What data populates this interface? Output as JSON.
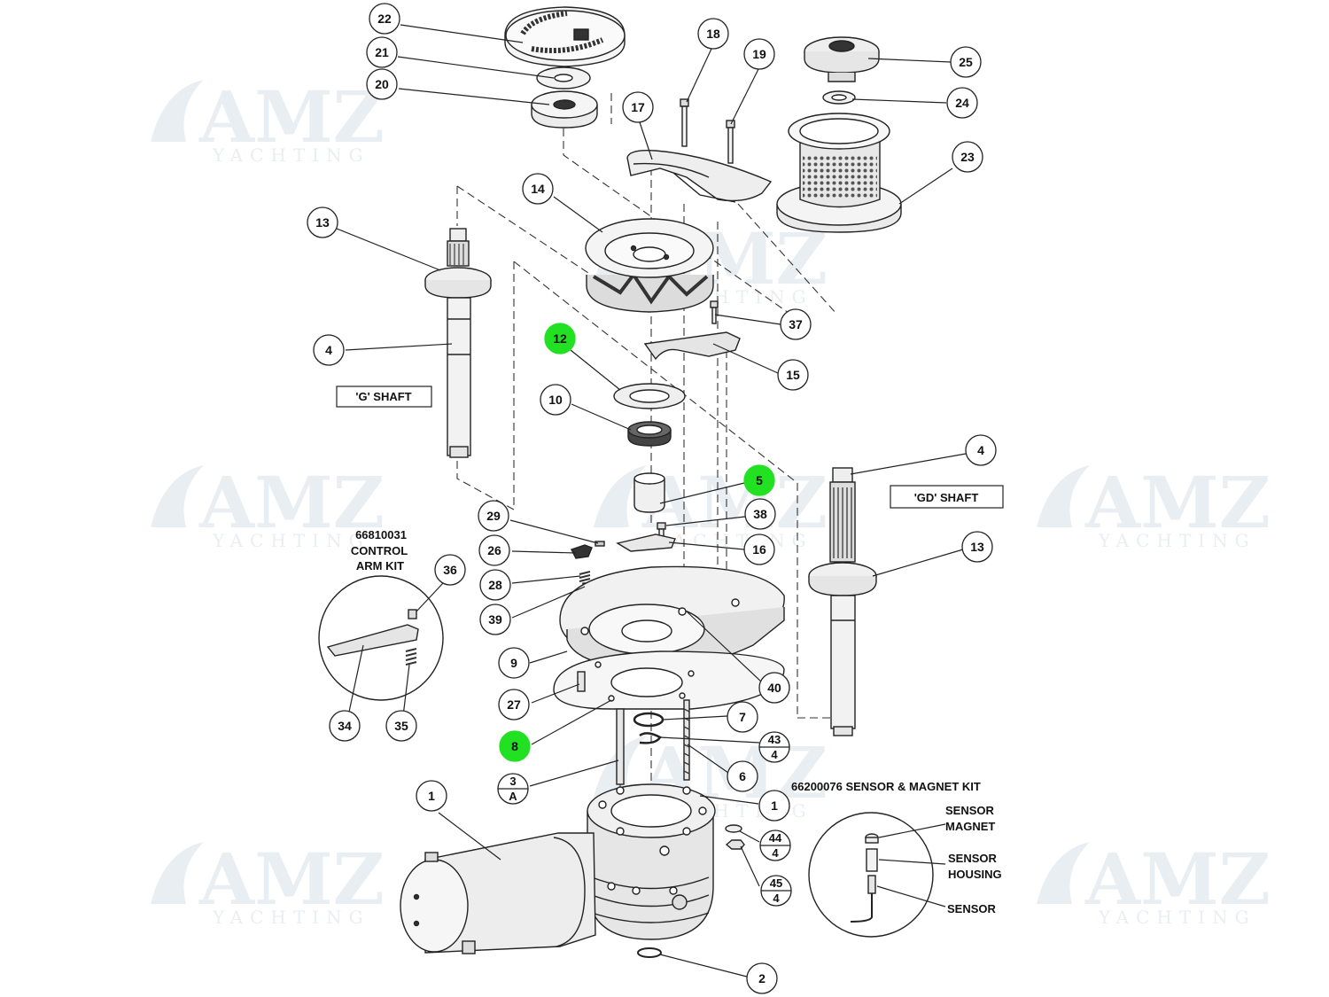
{
  "callouts": [
    {
      "n": "22",
      "type": "plain"
    },
    {
      "n": "21",
      "type": "plain"
    },
    {
      "n": "20",
      "type": "plain"
    },
    {
      "n": "18",
      "type": "plain"
    },
    {
      "n": "19",
      "type": "plain"
    },
    {
      "n": "25",
      "type": "plain"
    },
    {
      "n": "24",
      "type": "plain"
    },
    {
      "n": "17",
      "type": "plain"
    },
    {
      "n": "23",
      "type": "plain"
    },
    {
      "n": "14",
      "type": "plain"
    },
    {
      "n": "13",
      "type": "plain"
    },
    {
      "n": "37",
      "type": "plain"
    },
    {
      "n": "12",
      "type": "highlight"
    },
    {
      "n": "4",
      "type": "plain"
    },
    {
      "n": "15",
      "type": "plain"
    },
    {
      "n": "10",
      "type": "plain"
    },
    {
      "n": "4",
      "type": "plain"
    },
    {
      "n": "5",
      "type": "highlight"
    },
    {
      "n": "29",
      "type": "plain"
    },
    {
      "n": "38",
      "type": "plain"
    },
    {
      "n": "26",
      "type": "plain"
    },
    {
      "n": "16",
      "type": "plain"
    },
    {
      "n": "13",
      "type": "plain"
    },
    {
      "n": "36",
      "type": "plain"
    },
    {
      "n": "28",
      "type": "plain"
    },
    {
      "n": "39",
      "type": "plain"
    },
    {
      "n": "9",
      "type": "plain"
    },
    {
      "n": "40",
      "type": "plain"
    },
    {
      "n": "27",
      "type": "plain"
    },
    {
      "n": "7",
      "type": "plain"
    },
    {
      "n": "34",
      "type": "plain"
    },
    {
      "n": "35",
      "type": "plain"
    },
    {
      "n": "8",
      "type": "highlight"
    },
    {
      "n": "43",
      "sub": "4",
      "type": "split"
    },
    {
      "n": "6",
      "type": "plain"
    },
    {
      "n": "3",
      "sub": "A",
      "type": "split"
    },
    {
      "n": "1",
      "type": "plain"
    },
    {
      "n": "1",
      "type": "plain"
    },
    {
      "n": "44",
      "sub": "4",
      "type": "split"
    },
    {
      "n": "45",
      "sub": "4",
      "type": "split"
    },
    {
      "n": "2",
      "type": "plain"
    }
  ],
  "labels": {
    "g_shaft": "'G' SHAFT",
    "gd_shaft": "'GD' SHAFT",
    "control_arm_kit": [
      "66810031",
      "CONTROL",
      "ARM KIT"
    ],
    "sensor_kit": "66200076 SENSOR & MAGNET KIT",
    "sensor_magnet": [
      "SENSOR",
      "MAGNET"
    ],
    "sensor_housing": [
      "SENSOR",
      "HOUSING"
    ],
    "sensor": "SENSOR"
  },
  "watermark": {
    "brand": "AMZ",
    "tag": "YACHTING"
  },
  "colors": {
    "highlight": "#22e022",
    "line": "#222222",
    "watermark": "#e8edf2"
  }
}
